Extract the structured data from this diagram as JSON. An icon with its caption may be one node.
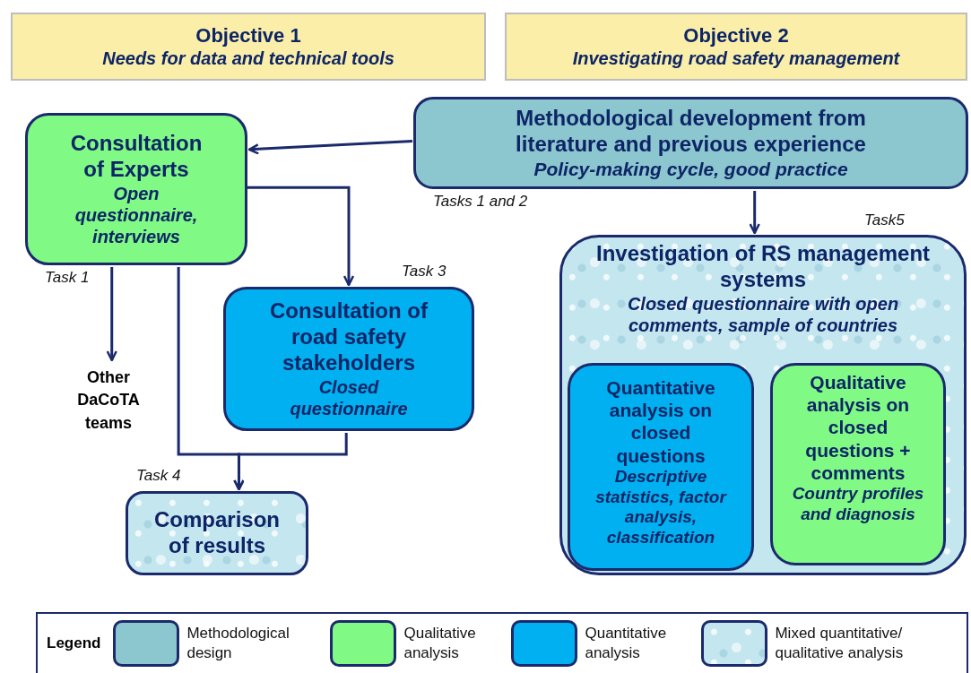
{
  "diagram": {
    "nodes": [
      {
        "text": [
          "Objective 1",
          "Needs for data and technical tools"
        ]
      },
      {
        "text": [
          "Objective 2",
          "Investigating road safety management"
        ]
      },
      {
        "text": [
          "Consultation of Experts",
          "Open questionnaire, interviews"
        ],
        "beside": [
          "Task 1"
        ]
      },
      {
        "text": [
          "Methodological development from literature and previous experience",
          "Policy-making cycle, good practice"
        ],
        "beside": [
          "Tasks 1 and 2"
        ]
      },
      {
        "text": [
          "Other DaCoTA teams"
        ]
      },
      {
        "text": [
          "Consultation of road safety stakeholders",
          "Closed questionnaire"
        ],
        "beside": [
          "Task 3"
        ]
      },
      {
        "text": [
          "Comparison of results"
        ],
        "beside": [
          "Task 4"
        ]
      },
      {
        "text": [
          "Investigation of RS management systems",
          "Closed questionnaire with open comments, sample of countries"
        ],
        "beside": [
          "Task5"
        ]
      },
      {
        "text": [
          "Quantitative analysis on closed questions",
          "Descriptive statistics, factor analysis, classification"
        ],
        "in": 7
      },
      {
        "text": [
          "Qualitative analysis on closed questions + comments",
          "Country profiles and diagnosis"
        ],
        "in": 7
      }
    ],
    "edges": [
      {
        "from": 3,
        "to": 2,
        "arrow": "to"
      },
      {
        "from": 2,
        "to": 5,
        "arrow": "to"
      },
      {
        "from": 2,
        "to": 4,
        "arrow": "to"
      },
      {
        "from": 2,
        "to": 6,
        "arrow": "to"
      },
      {
        "from": 5,
        "to": 6,
        "arrow": "to"
      },
      {
        "from": 3,
        "to": 7,
        "arrow": "to"
      }
    ],
    "labels": [
      "Legend"
    ],
    "legend": [
      {
        "text": "Methodological design",
        "color": "#8cc6ce"
      },
      {
        "text": "Qualitative analysis",
        "color": "#80fa84"
      },
      {
        "text": "Quantitative analysis",
        "color": "#00b0f0"
      },
      {
        "text": "Mixed quantitative/ qualitative analysis",
        "color": "#c4e6ef"
      }
    ]
  }
}
